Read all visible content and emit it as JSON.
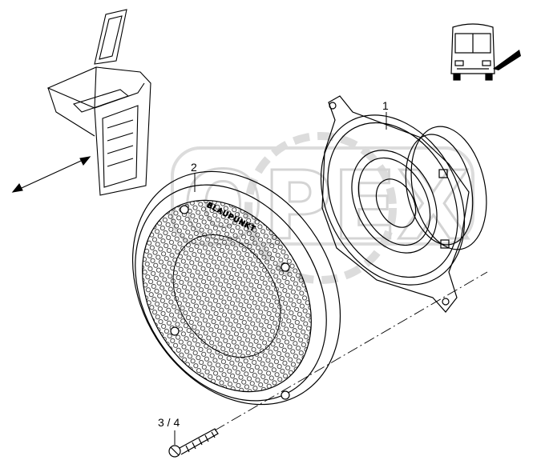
{
  "callouts": {
    "speaker": "1",
    "grille": "2",
    "screw": "3 / 4"
  },
  "grille_brand": "BLAUPUNKT",
  "watermark_text": "OPEX",
  "colors": {
    "line": "#000000",
    "watermark": "#d4d4d4",
    "background": "#ffffff"
  },
  "icons": [
    "bus-front-icon",
    "location-arrow-icon",
    "cabinet-compartment-icon"
  ]
}
